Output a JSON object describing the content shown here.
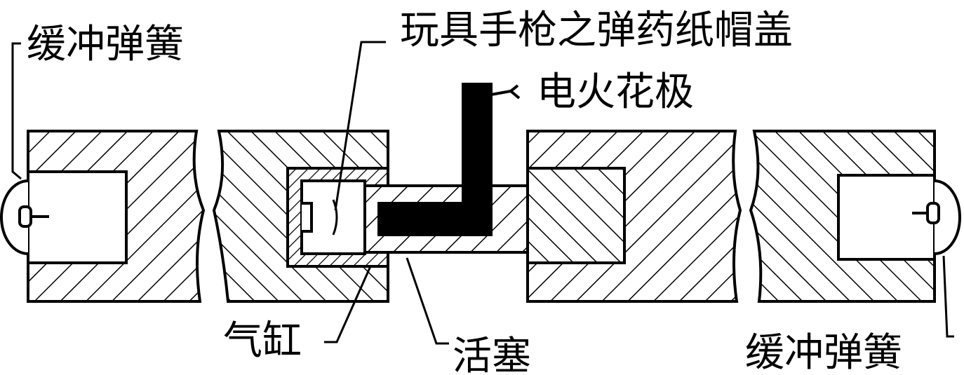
{
  "labels": {
    "buffer_spring_left": "缓冲弹簧",
    "toy_cap": "玩具手枪之弹药纸帽盖",
    "spark_electrode": "电火花极",
    "cylinder": "气缸",
    "piston": "活塞",
    "buffer_spring_right": "缓冲弹簧"
  },
  "colors": {
    "ink": "#000000",
    "paper": "#ffffff"
  }
}
